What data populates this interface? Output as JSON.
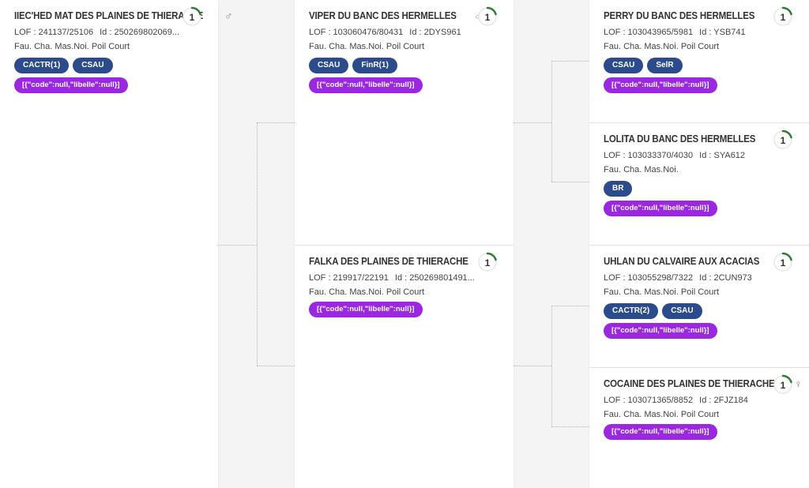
{
  "dogs": [
    {
      "name": "IIEC'HED MAT DES PLAINES DE THIERACHE",
      "sex": "♂",
      "lof": "LOF : 241137/25106",
      "id": "Id : 250269802069...",
      "desc": "Fau. Cha. Mas.Noi. Poil Court",
      "tags": [
        "CACTR(1)",
        "CSAU"
      ],
      "note": "[{\"code\":null,\"libelle\":null}]",
      "ring": "1"
    },
    {
      "name": "VIPER DU BANC DES HERMELLES",
      "sex": "♂",
      "lof": "LOF : 103060476/80431",
      "id": "Id : 2DYS961",
      "desc": "Fau. Cha. Mas.Noi. Poil Court",
      "tags": [
        "CSAU",
        "FinR(1)"
      ],
      "note": "[{\"code\":null,\"libelle\":null}]",
      "ring": "1"
    },
    {
      "name": "FALKA DES PLAINES DE THIERACHE",
      "sex": "♀",
      "lof": "LOF : 219917/22191",
      "id": "Id : 250269801491...",
      "desc": "Fau. Cha. Mas.Noi. Poil Court",
      "tags": [],
      "note": "[{\"code\":null,\"libelle\":null}]",
      "ring": "1"
    },
    {
      "name": "PERRY DU BANC DES HERMELLES",
      "sex": "♂",
      "lof": "LOF : 103043965/5981",
      "id": "Id : YSB741",
      "desc": "Fau. Cha. Mas.Noi. Poil Court",
      "tags": [
        "CSAU",
        "SelR"
      ],
      "note": "[{\"code\":null,\"libelle\":null}]",
      "ring": "1"
    },
    {
      "name": "LOLITA DU BANC DES HERMELLES",
      "sex": "♀",
      "lof": "LOF : 103033370/4030",
      "id": "Id : SYA612",
      "desc": "Fau. Cha. Mas.Noi.",
      "tags": [
        "BR"
      ],
      "note": "[{\"code\":null,\"libelle\":null}]",
      "ring": "1"
    },
    {
      "name": "UHLAN DU CALVAIRE AUX ACACIAS",
      "sex": "♂",
      "lof": "LOF : 103055298/7322",
      "id": "Id : 2CUN973",
      "desc": "Fau. Cha. Mas.Noi. Poil Court",
      "tags": [
        "CACTR(2)",
        "CSAU"
      ],
      "note": "[{\"code\":null,\"libelle\":null}]",
      "ring": "1"
    },
    {
      "name": "COCAINE DES PLAINES DE THIERACHE",
      "sex": "♀",
      "lof": "LOF : 103071365/8852",
      "id": "Id : 2FJZ184",
      "desc": "Fau. Cha. Mas.Noi. Poil Court",
      "tags": [],
      "note": "[{\"code\":null,\"libelle\":null}]",
      "ring": "1"
    }
  ],
  "colors": {
    "tag": "#2b4b8c",
    "note": "#9b28e0",
    "ring": "#2e7d32"
  }
}
